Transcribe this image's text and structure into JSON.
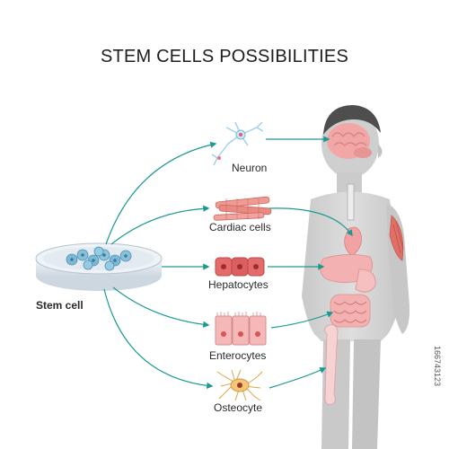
{
  "title": "STEM CELLS POSSIBILITIES",
  "source": {
    "label": "Stem cell"
  },
  "targets": [
    {
      "label": "Neuron",
      "icon": "neuron-icon",
      "organ": "brain"
    },
    {
      "label": "Cardiac cells",
      "icon": "cardiac-cells-icon",
      "organ": "heart"
    },
    {
      "label": "Hepatocytes",
      "icon": "hepatocytes-icon",
      "organ": "liver"
    },
    {
      "label": "Enterocytes",
      "icon": "enterocytes-icon",
      "organ": "intestine"
    },
    {
      "label": "Osteocyte",
      "icon": "osteocyte-icon",
      "organ": "bone"
    }
  ],
  "stock_id": "166743123",
  "colors": {
    "arrow": "#1a9a92",
    "dish": "#dfe6ed",
    "stem_cell": "#7cb9d6",
    "body": "#d3d3d3",
    "organ_pink": "#f4b3b3",
    "muscle": "#e07066"
  }
}
